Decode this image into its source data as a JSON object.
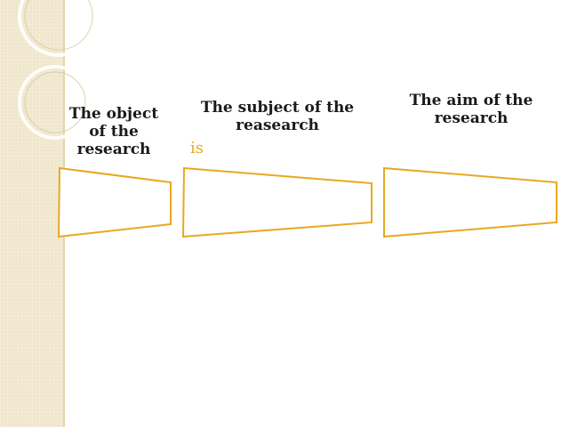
{
  "slide": {
    "headings": {
      "object": "The object of the research",
      "subject": "The subject of the reasearch",
      "aim": "The aim of the research"
    },
    "connector_text": "is"
  },
  "colors": {
    "band": "#efe6cc",
    "shape_stroke": "#e8a820",
    "heading_text": "#1a1a1a",
    "accent_text": "#e8a820"
  }
}
